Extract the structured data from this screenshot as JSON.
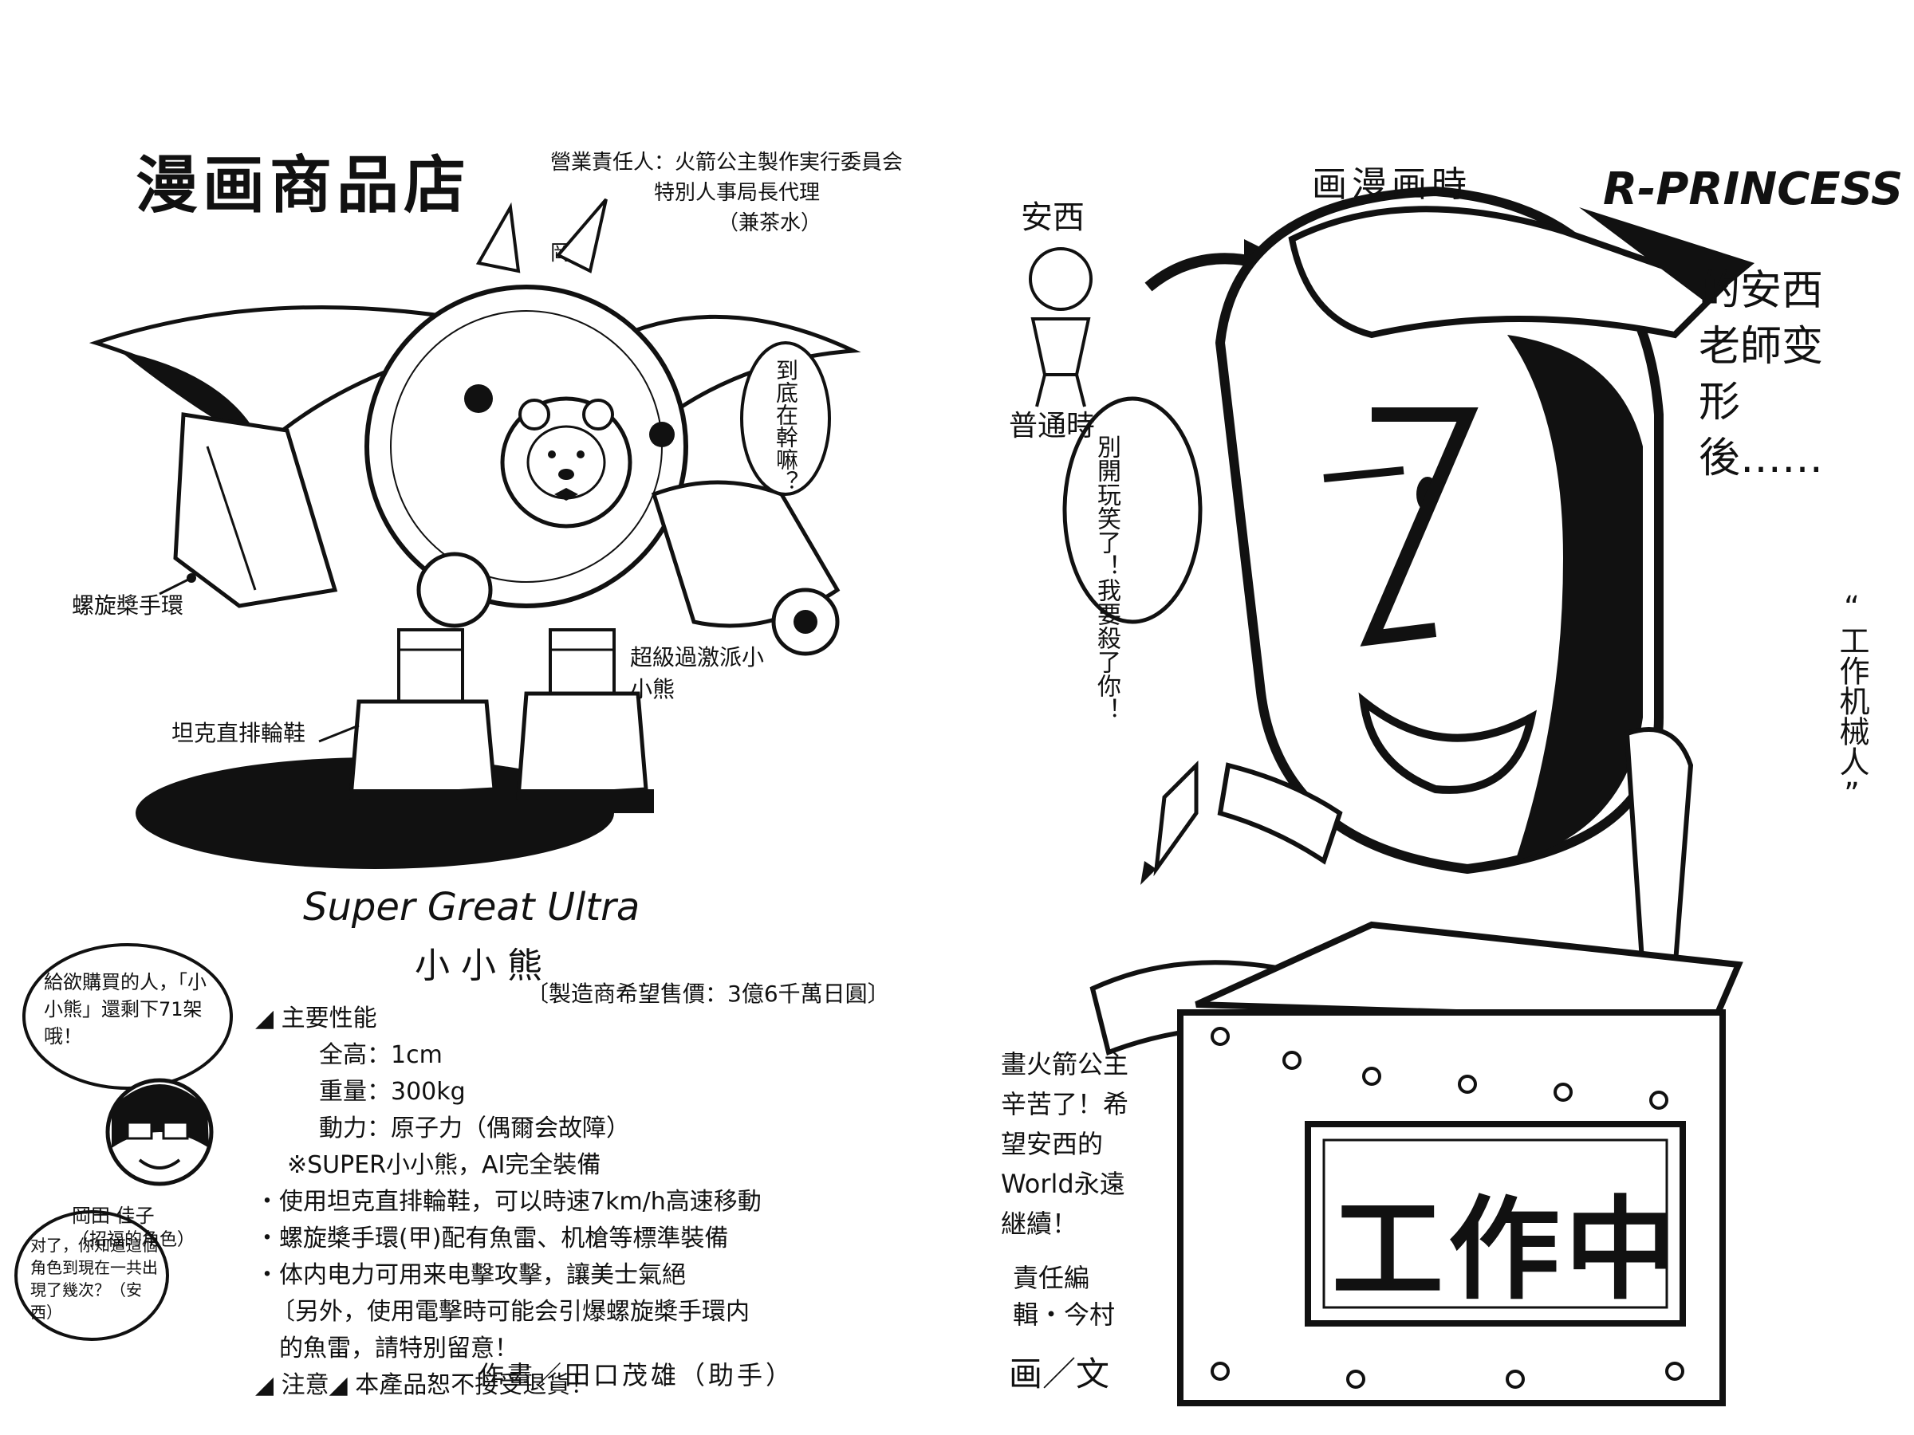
{
  "left_page": {
    "title": "漫画商品店",
    "credit": {
      "line1": "營業責任人：火箭公主製作実行委員会",
      "line2": "特別人事局長代理",
      "line3": "（兼茶水）",
      "line4": "岡田"
    },
    "robot_speech": "到底在幹嘛？",
    "labels": {
      "propeller": "螺旋槳手環",
      "tank": "坦克直排輪鞋",
      "bear": "超級過激派小小熊"
    },
    "product_name_en": "Super Great Ultra",
    "product_name": "小小熊",
    "price": "〔製造商希望售價：3億6千萬日圓〕",
    "assistant_speech": "給欲購買的人，「小小熊」還剩下71架哦！",
    "assistant_name": "岡田 佳子",
    "assistant_role": "（招福的角色）",
    "anzai_speech": "对了，你知道這個角色到現在一共出現了幾次？（安西）",
    "specs_header": "◢ 主要性能",
    "specs": [
      "全高：1cm",
      "重量：300kg",
      "動力：原子力（偶爾会故障）",
      "※SUPER小小熊，AI完全裝備",
      "・使用坦克直排輪鞋，可以時速7km/h高速移動",
      "・螺旋槳手環(甲)配有魚雷、机槍等標準裝備",
      "・体内电力可用来电擊攻擊，讓美士氣絕",
      "〔另外，使用電擊時可能会引爆螺旋槳手環内",
      "的魚雷，請特別留意！",
      "◢ 注意◢ 本產品恕不接受退貨！"
    ],
    "footer": "作畫／田口茂雄（助手）"
  },
  "right_page": {
    "top_caption": "画漫画時",
    "brand": "R-PRINCESS",
    "normal_label_top": "安西",
    "normal_label_bottom": "普通時",
    "transform_caption": "的安西老師变形後……",
    "robot_caption": "“工作机械人”",
    "speech": "別開玩笑了！我要殺了你！",
    "box_sign": "工作中",
    "note": "畫火箭公主辛苦了！希望安西的World永遠継續！",
    "editor": "責任編輯・今村",
    "footer": "画／文"
  }
}
